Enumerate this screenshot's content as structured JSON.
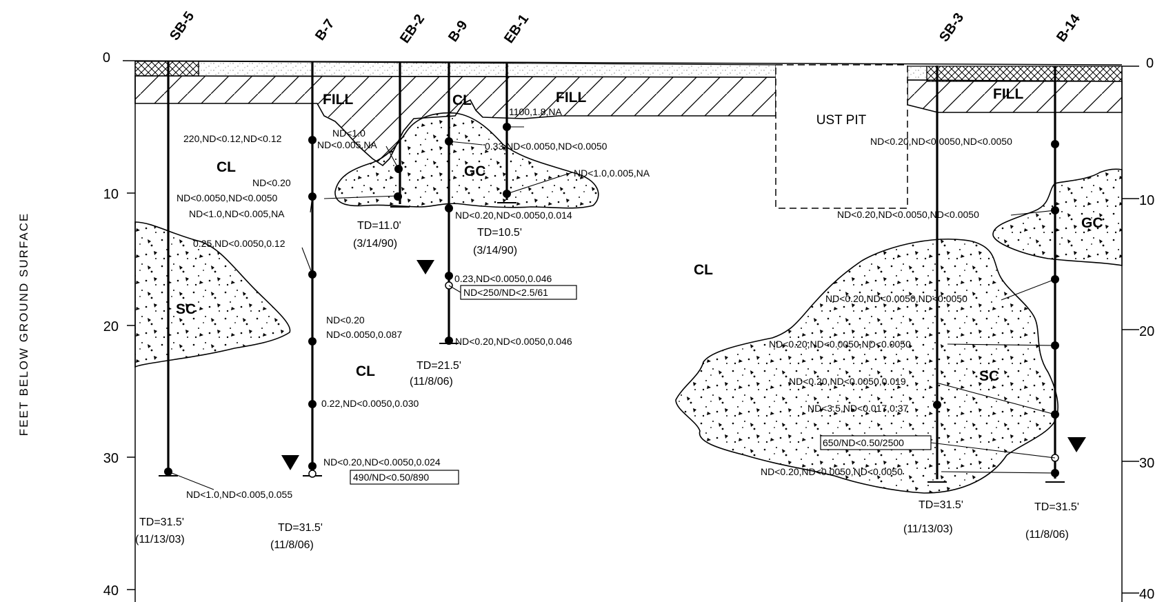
{
  "axis": {
    "title": "FEET BELOW GROUND SURFACE",
    "ticks": [
      0,
      10,
      20,
      30,
      40
    ]
  },
  "borings": [
    {
      "name": "SB-5",
      "td": "TD=31.5'",
      "date": "(11/13/03)"
    },
    {
      "name": "B-7",
      "td": "TD=31.5'",
      "date": "(11/8/06)"
    },
    {
      "name": "EB-2",
      "td": "TD=11.0'",
      "date": "(3/14/90)"
    },
    {
      "name": "B-9",
      "td": "TD=21.5'",
      "date": "(11/8/06)"
    },
    {
      "name": "EB-1",
      "td": "TD=10.5'",
      "date": "(3/14/90)"
    },
    {
      "name": "SB-3",
      "td": "TD=31.5'",
      "date": "(11/13/03)"
    },
    {
      "name": "B-14",
      "td": "TD=31.5'",
      "date": "(11/8/06)"
    }
  ],
  "soil_labels": {
    "fill": "FILL",
    "cl": "CL",
    "gc": "GC",
    "sc": "SC"
  },
  "ust_pit": "UST PIT",
  "samples": {
    "b7_1": "220,ND<0.12,ND<0.12",
    "b7_2a": "ND<0.20",
    "b7_2b": "ND<0.0050,ND<0.0050",
    "b7_3": "0.25,ND<0.0050,0.12",
    "b7_4a": "ND<0.20",
    "b7_4b": "ND<0.0050,0.087",
    "b7_5": "0.22,ND<0.0050,0.030",
    "b7_6": "ND<0.20,ND<0.0050,0.024",
    "b7_gw": "490/ND<0.50/890",
    "eb2_1": "ND<1.0",
    "eb2_2": "ND<0.005,NA",
    "eb2_3": "ND<1.0,ND<0.005,NA",
    "eb1_1": "1100,1.8,NA",
    "eb1_2": "ND<1.0,0.005,NA",
    "b9_1": "0.33,ND<0.0050,ND<0.0050",
    "b9_2": "ND<0.20,ND<0.0050,0.014",
    "b9_3": "0.23,ND<0.0050,0.046",
    "b9_gw": "ND<250/ND<2.5/61",
    "b9_4": "ND<0.20,ND<0.0050,0.046",
    "sb5_1": "ND<1.0,ND<0.005,0.055",
    "b14_1": "ND<0.20,ND<0.0050,ND<0.0050",
    "b14_2": "ND<0.20,ND<0.0050,ND<0.0050",
    "b14_3": "ND<0.20,ND<0.0050,ND<0.0050",
    "b14_4": "ND<0.20,ND<0.0050,ND<0.0050",
    "b14_5": "ND<0.20,ND<0.0050,0.019",
    "b14_6": "ND<3.5,ND<0.017,0.37",
    "b14_gw": "650/ND<0.50/2500",
    "b14_7": "ND<0.20,ND<0.0050,ND<0.0050"
  }
}
